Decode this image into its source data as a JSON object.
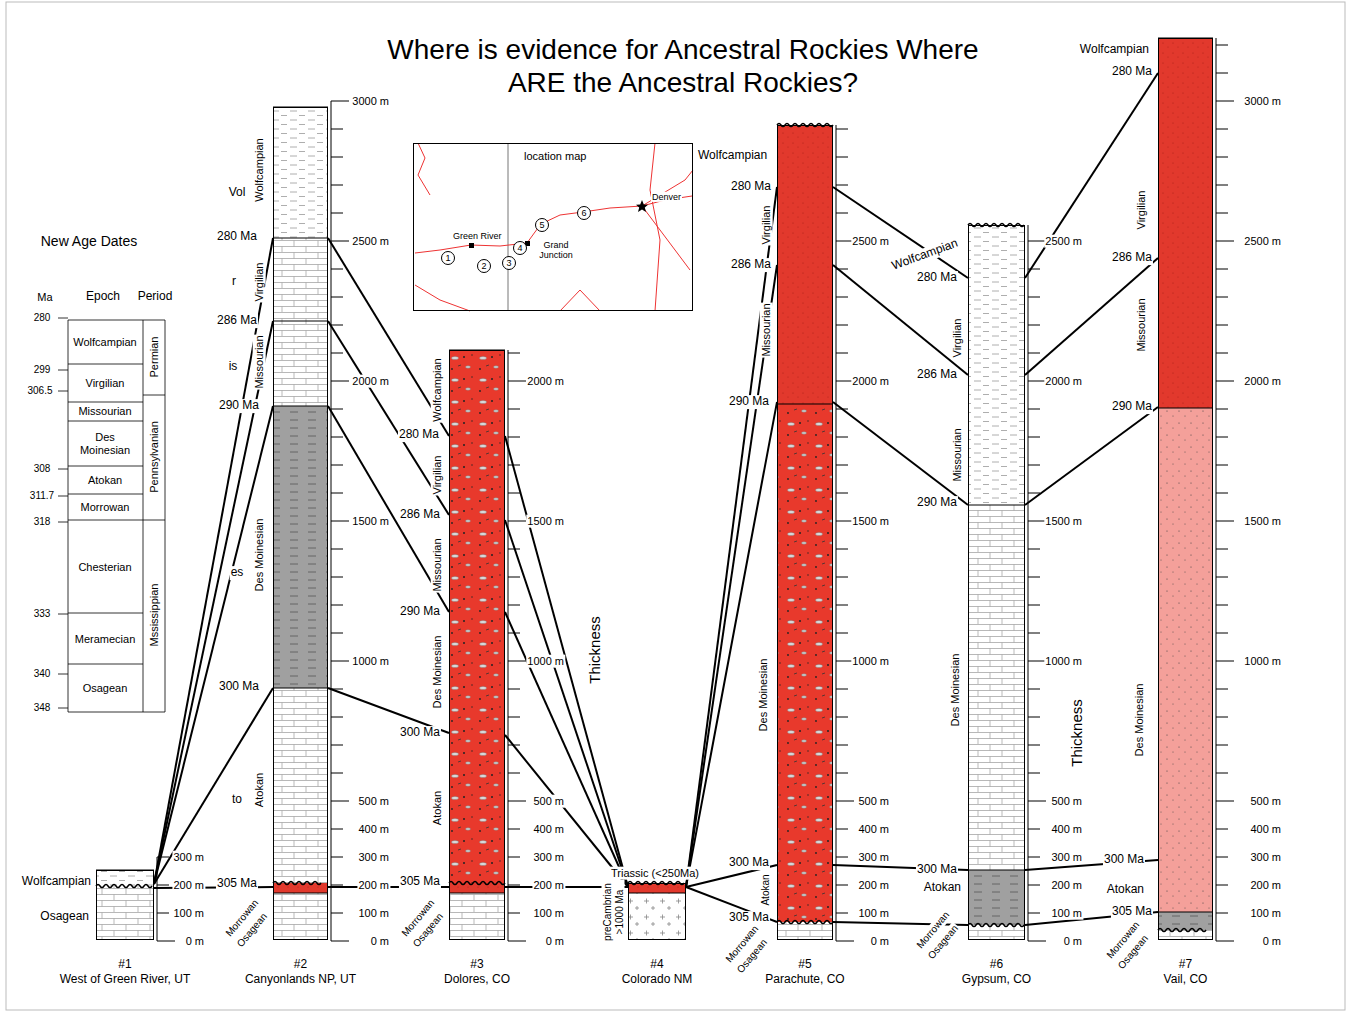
{
  "diagram": {
    "title": "Where is evidence for Ancestral Rockies Where ARE the Ancestral Rockies?",
    "nodes": [
      {
        "text": [
          "location map"
        ]
      },
      {
        "text": [
          "1"
        ],
        "in": 0
      },
      {
        "text": [
          "2"
        ],
        "in": 0
      },
      {
        "text": [
          "3"
        ],
        "in": 0
      },
      {
        "text": [
          "4"
        ],
        "in": 0
      },
      {
        "text": [
          "5"
        ],
        "in": 0
      },
      {
        "text": [
          "6"
        ],
        "in": 0
      },
      {
        "text": [
          "#1",
          "West of Green River, UT"
        ]
      },
      {
        "text": [
          "#2",
          "Canyonlands NP, UT"
        ]
      },
      {
        "text": [
          "#3",
          "Dolores, CO"
        ]
      },
      {
        "text": [
          "#4",
          "Colorado NM"
        ]
      },
      {
        "text": [
          "#5",
          "Parachute, CO"
        ]
      },
      {
        "text": [
          "#6",
          "Gypsum, CO"
        ]
      },
      {
        "text": [
          "#7",
          "Vail, CO"
        ]
      }
    ],
    "edges": [
      {
        "from": 7,
        "to": 8,
        "arrow": "none"
      },
      {
        "from": 7,
        "to": 8,
        "arrow": "none"
      },
      {
        "from": 7,
        "to": 8,
        "arrow": "none"
      },
      {
        "from": 7,
        "to": 8,
        "arrow": "none"
      },
      {
        "from": 7,
        "to": 8,
        "arrow": "none"
      },
      {
        "from": 8,
        "to": 9,
        "arrow": "none"
      },
      {
        "from": 8,
        "to": 9,
        "arrow": "none"
      },
      {
        "from": 8,
        "to": 9,
        "arrow": "none"
      },
      {
        "from": 8,
        "to": 9,
        "arrow": "none"
      },
      {
        "from": 8,
        "to": 9,
        "arrow": "none"
      },
      {
        "from": 9,
        "to": 10,
        "arrow": "none"
      },
      {
        "from": 9,
        "to": 10,
        "arrow": "none"
      },
      {
        "from": 9,
        "to": 10,
        "arrow": "none"
      },
      {
        "from": 9,
        "to": 10,
        "arrow": "none"
      },
      {
        "from": 9,
        "to": 10,
        "arrow": "none"
      },
      {
        "from": 10,
        "to": 11,
        "arrow": "none"
      },
      {
        "from": 10,
        "to": 11,
        "arrow": "none"
      },
      {
        "from": 10,
        "to": 11,
        "arrow": "none"
      },
      {
        "from": 10,
        "to": 11,
        "arrow": "none"
      },
      {
        "from": 10,
        "to": 11,
        "arrow": "none"
      },
      {
        "from": 11,
        "to": 12,
        "arrow": "none"
      },
      {
        "from": 11,
        "to": 12,
        "arrow": "none"
      },
      {
        "from": 11,
        "to": 12,
        "arrow": "none"
      },
      {
        "from": 11,
        "to": 12,
        "arrow": "none"
      },
      {
        "from": 11,
        "to": 12,
        "arrow": "none"
      },
      {
        "from": 12,
        "to": 13,
        "arrow": "none"
      },
      {
        "from": 12,
        "to": 13,
        "arrow": "none"
      },
      {
        "from": 12,
        "to": 13,
        "arrow": "none"
      },
      {
        "from": 12,
        "to": 13,
        "arrow": "none"
      },
      {
        "from": 12,
        "to": 13,
        "arrow": "none"
      }
    ],
    "labels": [
      "New Age Dates",
      "Ma",
      "Epoch",
      "Period",
      "280",
      "299",
      "306.5",
      "308",
      "311.7",
      "318",
      "333",
      "340",
      "348",
      "Wolfcampian",
      "Virgilian",
      "Missourian",
      "Des Moinesian",
      "Atokan",
      "Morrowan",
      "Chesterian",
      "Meramecian",
      "Osagean",
      "Permian",
      "Pennsylvanian",
      "Mssissippian",
      "Green River",
      "Grand Junction",
      "Denver",
      "Wolfcampian",
      "Osagean",
      "300 m",
      "200 m",
      "100 m",
      "0 m",
      "Wolfcampian",
      "Vol",
      "280 Ma",
      "r",
      "Virgilian",
      "286 Ma",
      "is",
      "Missourian",
      "290 Ma",
      "Des Moinesian",
      "es",
      "300 Ma",
      "Atokan",
      "to",
      "305 Ma",
      "Morrowan",
      "Osagean",
      "3000 m",
      "2500 m",
      "2000 m",
      "1500 m",
      "1000 m",
      "500 m",
      "400 m",
      "300 m",
      "200 m",
      "100 m",
      "0 m",
      "Wolfcampian",
      "280 Ma",
      "Virgilian",
      "286 Ma",
      "Missourian",
      "290 Ma",
      "Des Moinesian",
      "300 Ma",
      "Atokan",
      "305 Ma",
      "Morrowan",
      "Osagean",
      "2000 m",
      "1500 m",
      "1000 m",
      "500 m",
      "400 m",
      "300 m",
      "200 m",
      "100 m",
      "0 m",
      "Thickness",
      "Triassic (<250Ma)",
      "preCambrian >1000 Ma",
      "Wolfcampian",
      "280 Ma",
      "Virgilian",
      "286 Ma",
      "Missourian",
      "290 Ma",
      "Des Moinesian",
      "300 Ma",
      "Atokan",
      "305 Ma",
      "Morrowan",
      "Osagean",
      "2500 m",
      "2000 m",
      "1500 m",
      "1000 m",
      "500 m",
      "400 m",
      "300 m",
      "200 m",
      "100 m",
      "0 m",
      "Wolfcampian",
      "280 Ma",
      "Virgilian",
      "286 Ma",
      "Missourian",
      "290 Ma",
      "Des Moinesian",
      "300 Ma",
      "Atokan",
      "Morrowan",
      "Osagean",
      "2500 m",
      "2000 m",
      "1500 m",
      "1000 m",
      "500 m",
      "400 m",
      "300 m",
      "200 m",
      "100 m",
      "0 m",
      "Thickness",
      "Wolfcampian",
      "280 Ma",
      "Virgilian",
      "286 Ma",
      "Missourian",
      "290 Ma",
      "Des Moinesian",
      "300 Ma",
      "Atokan",
      "305 Ma",
      "Morrowan",
      "Osagean",
      "3000 m",
      "2500 m",
      "2000 m",
      "1500 m",
      "1000 m",
      "500 m",
      "400 m",
      "300 m",
      "200 m",
      "100 m",
      "0 m"
    ]
  }
}
